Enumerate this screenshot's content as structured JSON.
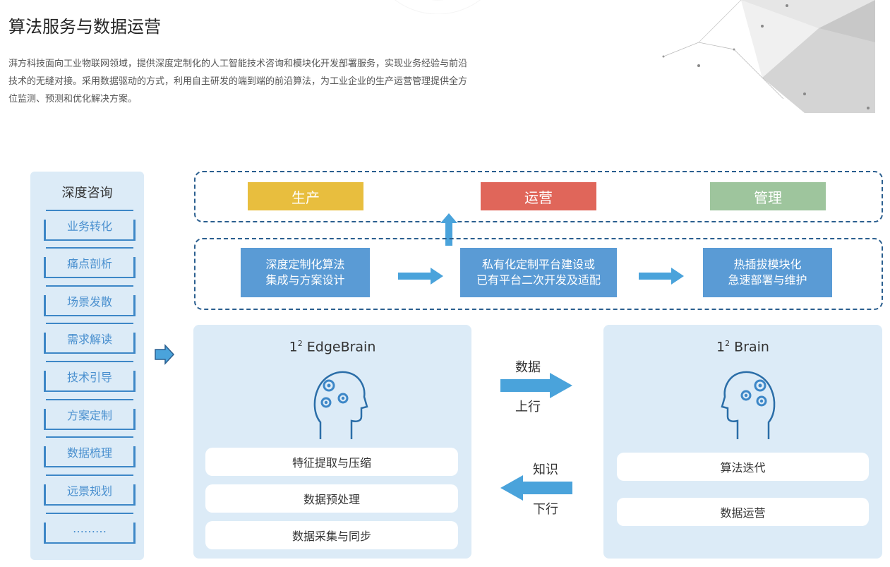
{
  "header": {
    "title": "算法服务与数据运营",
    "intro_lines": [
      "湃方科技面向工业物联网领域，提供深度定制化的人工智能技术咨询和模块化开发部署服务，实现业务经验与前沿",
      "技术的无缝对接。采用数据驱动的方式，利用自主研发的端到端的前沿算法，为工业企业的生产运营管理提供全方",
      "位监测、预测和优化解决方案。"
    ]
  },
  "consult": {
    "title": "深度咨询",
    "items": [
      "业务转化",
      "痛点剖析",
      "场景发散",
      "需求解读",
      "技术引导",
      "方案定制",
      "数据梳理",
      "远景规划",
      "………"
    ]
  },
  "goals": {
    "items": [
      {
        "label": "生产",
        "color": "#e8be3e"
      },
      {
        "label": "运营",
        "color": "#e0665a"
      },
      {
        "label": "管理",
        "color": "#9ec59d"
      }
    ]
  },
  "services": {
    "items": [
      {
        "line1": "深度定制化算法",
        "line2": "集成与方案设计"
      },
      {
        "line1": "私有化定制平台建设或",
        "line2": "已有平台二次开发及适配"
      },
      {
        "line1": "热插拔模块化",
        "line2": "急速部署与维护"
      }
    ]
  },
  "edge": {
    "title_sup": "2",
    "title_prefix": "1",
    "title_name": "EdgeBrain",
    "items": [
      "特征提取与压缩",
      "数据预处理",
      "数据采集与同步"
    ]
  },
  "brain": {
    "title_sup": "2",
    "title_prefix": "1",
    "title_name": "Brain",
    "items": [
      "算法迭代",
      "数据运营"
    ]
  },
  "flows": {
    "up_top": "数据",
    "up_bottom": "上行",
    "down_top": "知识",
    "down_bottom": "下行"
  },
  "colors": {
    "accent_blue": "#3d87c7",
    "arrow_blue": "#4aa3db",
    "panel_bg": "#dcebf7"
  }
}
